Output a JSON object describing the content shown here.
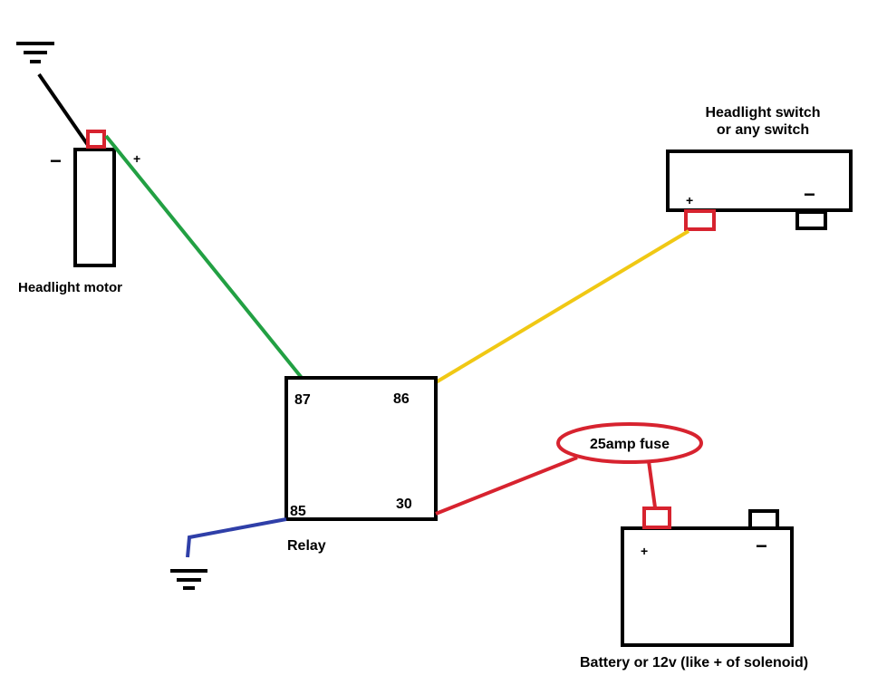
{
  "headlight_motor": {
    "label": "Headlight motor",
    "minus": "−",
    "plus": "+"
  },
  "headlight_switch": {
    "label_line1": "Headlight switch",
    "label_line2": "or any switch",
    "plus": "+",
    "minus": "−"
  },
  "relay": {
    "label": "Relay",
    "pin_87": "87",
    "pin_86": "86",
    "pin_85": "85",
    "pin_30": "30"
  },
  "fuse": {
    "label": "25amp fuse"
  },
  "battery": {
    "label": "Battery or 12v (like + of solenoid)",
    "plus": "+",
    "minus": "−"
  },
  "colors": {
    "wire_green": "#22a043",
    "wire_yellow": "#f0c814",
    "wire_red": "#d7232f",
    "wire_blue": "#2f3fa8",
    "wire_black": "#000000",
    "terminal_red": "#d7232f"
  }
}
